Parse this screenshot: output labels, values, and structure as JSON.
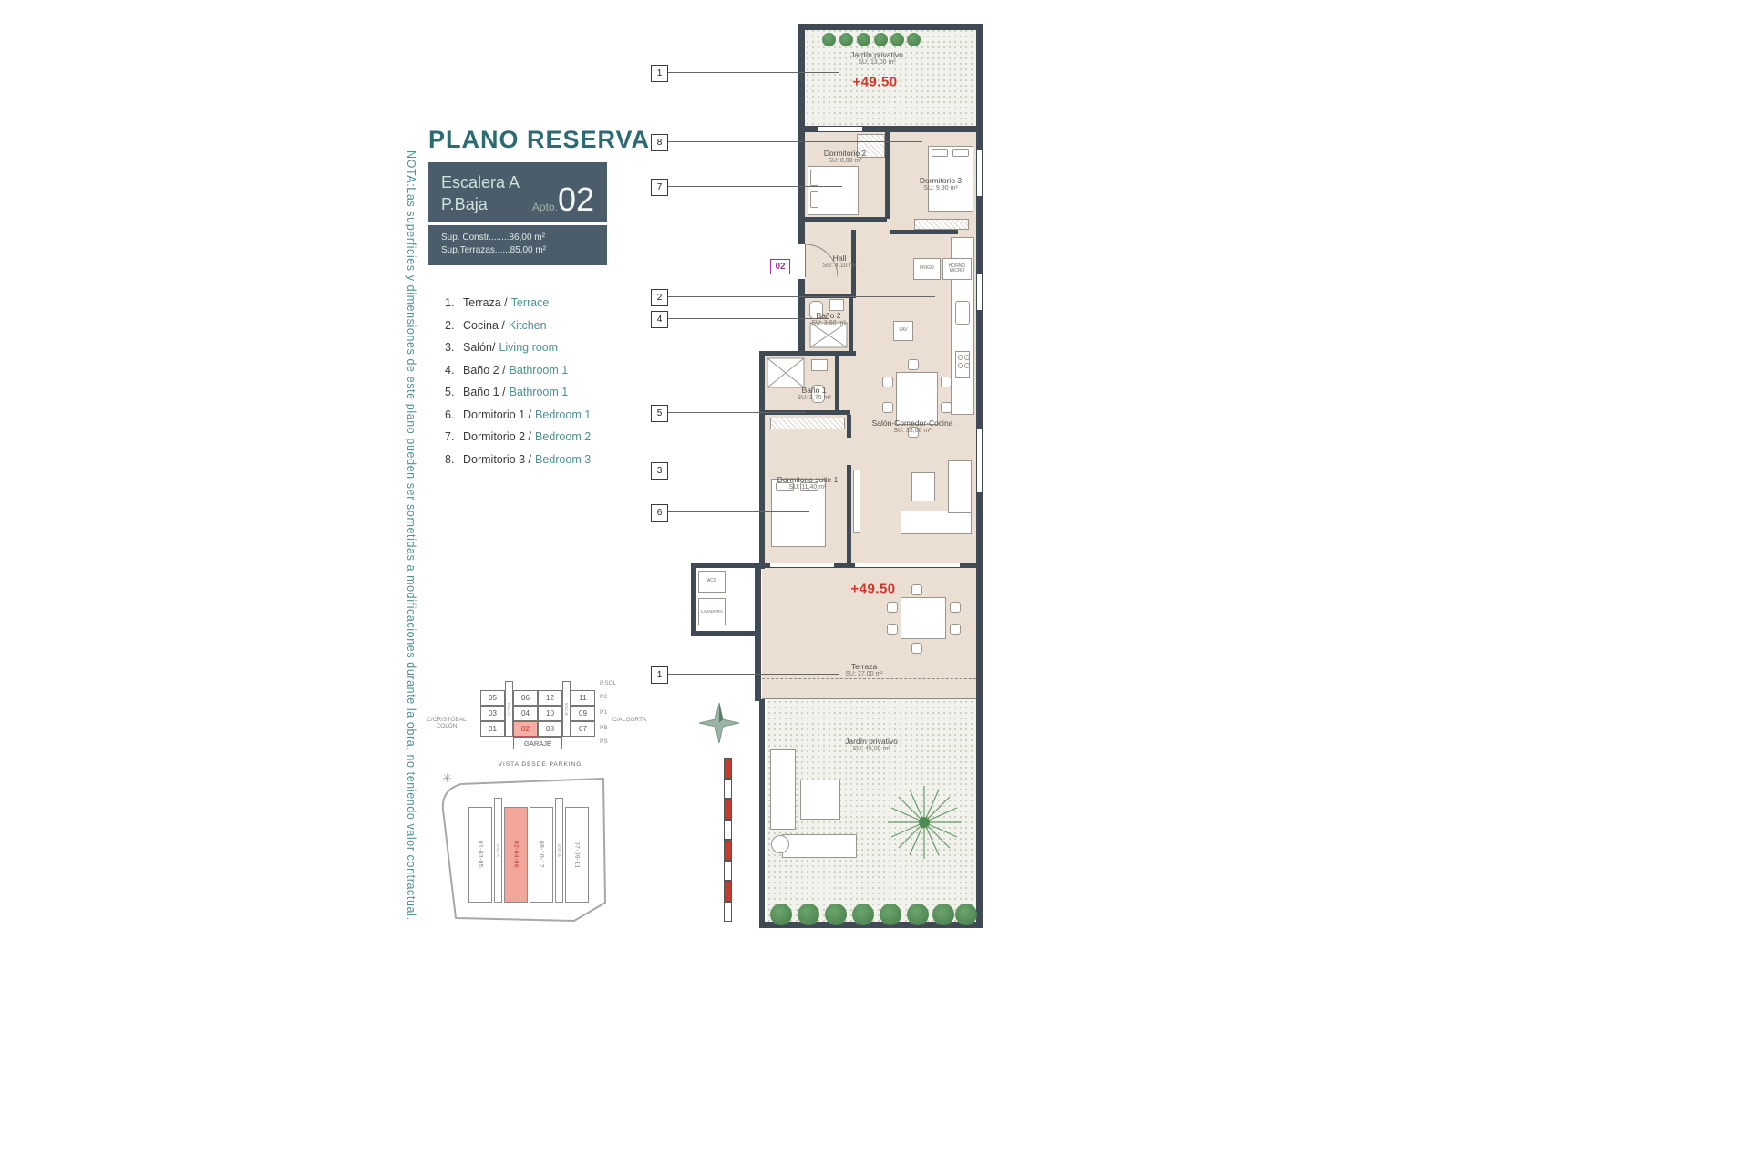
{
  "note": "NOTA:Las superficies y dimensiones de este plano pueden ser sometidas a modificaciones durante la obra, no teniendo valor contractual.",
  "header": {
    "title": "PLANO RESERVA",
    "escalera": "Escalera A",
    "planta": "P.Baja",
    "apto_label": "Apto.",
    "apto_num": "02",
    "sup1": "Sup. Constr........86,00 m²",
    "sup2": "Sup.Terrazas......85,00 m²"
  },
  "legend": {
    "items": [
      {
        "n": "1.",
        "es": "Terraza /",
        "en": "Terrace"
      },
      {
        "n": "2.",
        "es": "Cocina /",
        "en": "Kitchen"
      },
      {
        "n": "3.",
        "es": "Salón/",
        "en": "Living room"
      },
      {
        "n": "4.",
        "es": "Baño 2 /",
        "en": "Bathroom 1"
      },
      {
        "n": "5.",
        "es": "Baño 1 /",
        "en": "Bathroom 1"
      },
      {
        "n": "6.",
        "es": "Dormitorio 1 /",
        "en": "Bedroom 1"
      },
      {
        "n": "7.",
        "es": "Dormitorio 2 /",
        "en": "Bedroom 2"
      },
      {
        "n": "8.",
        "es": "Dormitorio 3 /",
        "en": "Bedroom 3"
      }
    ]
  },
  "garage": {
    "grid": [
      [
        "05",
        "06",
        "12",
        "11"
      ],
      [
        "03",
        "04",
        "10",
        "09"
      ],
      [
        "01",
        "02",
        "08",
        "07"
      ]
    ],
    "garaje": "GARAJE",
    "caption": "VISTA DESDE PARKING",
    "street_left1": "C/CRISTÓBAL",
    "street_left2": "COLÓN",
    "street_right": "C/ALGORTA",
    "psol": "P.SOL",
    "levels": [
      "P2",
      "P1",
      "PB",
      "PS"
    ],
    "esc_a": "ESC.A",
    "esc_b": "ESC.B"
  },
  "siteplan": {
    "blocks": [
      "01-03-05",
      "02-04-06",
      "08-10-12",
      "07-09-11"
    ],
    "esc_a": "ESC-A",
    "esc_b": "ESC-B"
  },
  "plan": {
    "badge": "02",
    "level": "+49.50",
    "rooms": {
      "jardin_top": {
        "name": "Jardín privativo",
        "su": "SU: 13,00 m²"
      },
      "dorm2": {
        "name": "Dormitorio 2",
        "su": "SU: 8,00 m²"
      },
      "dorm3": {
        "name": "Dormitorio 3",
        "su": "SU: 9,90 m²"
      },
      "hall": {
        "name": "Hall",
        "su": "SU: 4,10 m²"
      },
      "bano2": {
        "name": "Baño 2",
        "su": "SU: 3,60 m²"
      },
      "bano1": {
        "name": "Baño 1",
        "su": "SU: 3,70 m²"
      },
      "salon": {
        "name": "Salón-Comedor-Cocina",
        "su": "SU: 33,60 m²"
      },
      "suite": {
        "name": "Dormitorio suite 1",
        "su": "SU: 11,40 m²"
      },
      "terraza": {
        "name": "Terraza",
        "su": "SU: 27,00 m²"
      },
      "jardin_bottom": {
        "name": "Jardín privativo",
        "su": "SU: 45,00 m²"
      }
    },
    "appliances": {
      "frigo": "FRIGO",
      "horno": "HORNO MICRO",
      "lav": "LAV",
      "acs": "ACS",
      "lavadora": "LAVADORA"
    },
    "callouts": [
      "1",
      "8",
      "7",
      "2",
      "4",
      "5",
      "3",
      "6",
      "1"
    ]
  }
}
